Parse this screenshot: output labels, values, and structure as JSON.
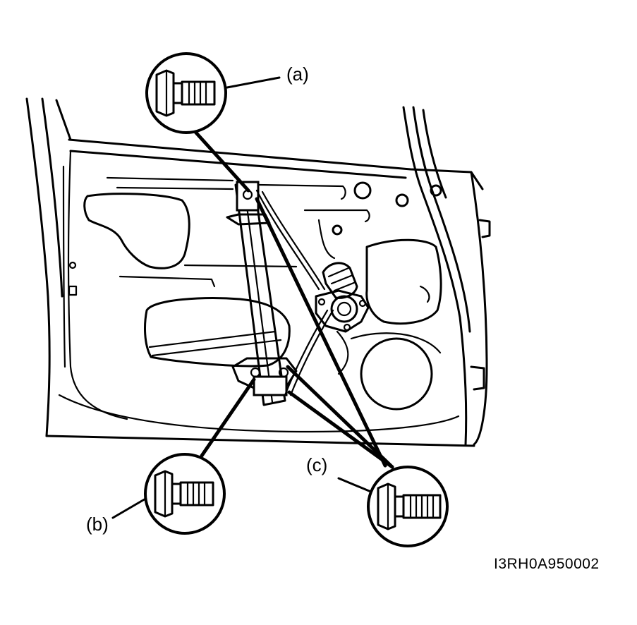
{
  "labels": {
    "a": "(a)",
    "b": "(b)",
    "c": "(c)"
  },
  "figure_code": "I3RH0A950002",
  "icons": [
    "bolt-icon-a",
    "bolt-icon-b",
    "bolt-icon-c",
    "window-regulator-motor-icon"
  ]
}
